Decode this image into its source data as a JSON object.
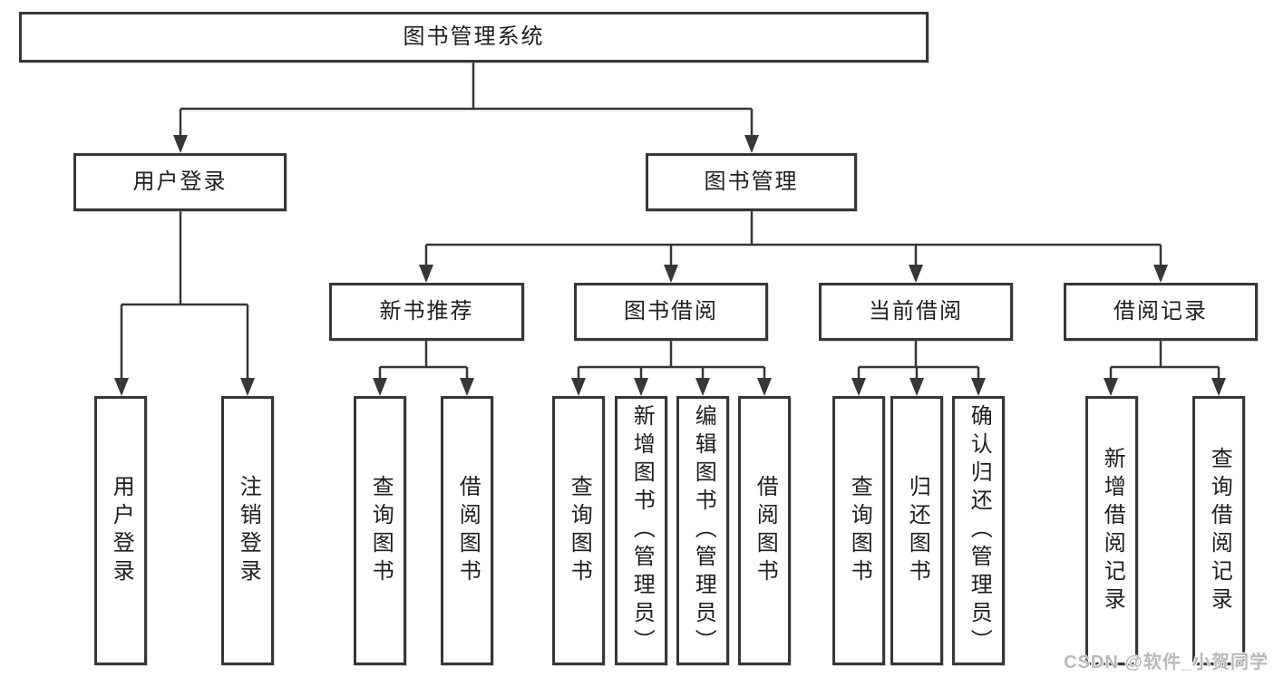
{
  "diagram": {
    "root": {
      "label": "图书管理系统"
    },
    "children": [
      {
        "label": "用户登录",
        "children": [
          {
            "label": "用户登录"
          },
          {
            "label": "注销登录"
          }
        ]
      },
      {
        "label": "图书管理",
        "children": [
          {
            "label": "新书推荐",
            "children": [
              {
                "label": "查询图书"
              },
              {
                "label": "借阅图书"
              }
            ]
          },
          {
            "label": "图书借阅",
            "children": [
              {
                "label": "查询图书"
              },
              {
                "label": "新增图书（管理员）"
              },
              {
                "label": "编辑图书（管理员）"
              },
              {
                "label": "借阅图书"
              }
            ]
          },
          {
            "label": "当前借阅",
            "children": [
              {
                "label": "查询图书"
              },
              {
                "label": "归还图书"
              },
              {
                "label": "确认归还（管理员）"
              }
            ]
          },
          {
            "label": "借阅记录",
            "children": [
              {
                "label": "新增借阅记录"
              },
              {
                "label": "查询借阅记录"
              }
            ]
          }
        ]
      }
    ]
  },
  "watermark": {
    "text": "CSDN @软件_小贺同学"
  },
  "colors": {
    "background": "#ffffff",
    "line": "#373737",
    "text": "#1e1e1e",
    "watermark": "#b9b9b9"
  }
}
